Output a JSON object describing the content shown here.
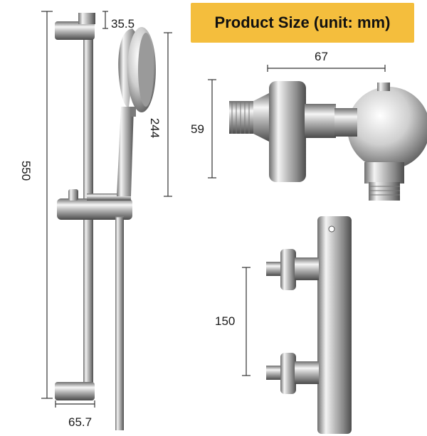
{
  "banner": {
    "title": "Product Size (unit: mm)"
  },
  "dimensions": {
    "rail_height": "550",
    "bracket_depth": "35.5",
    "handset_length": "244",
    "rail_width": "65.7",
    "valve_length": "67",
    "valve_height": "59",
    "inlet_spacing": "150"
  },
  "colors": {
    "banner": "#f4be3d",
    "chrome_dark": "#5a5a5a",
    "chrome_light": "#f2f2f2"
  }
}
